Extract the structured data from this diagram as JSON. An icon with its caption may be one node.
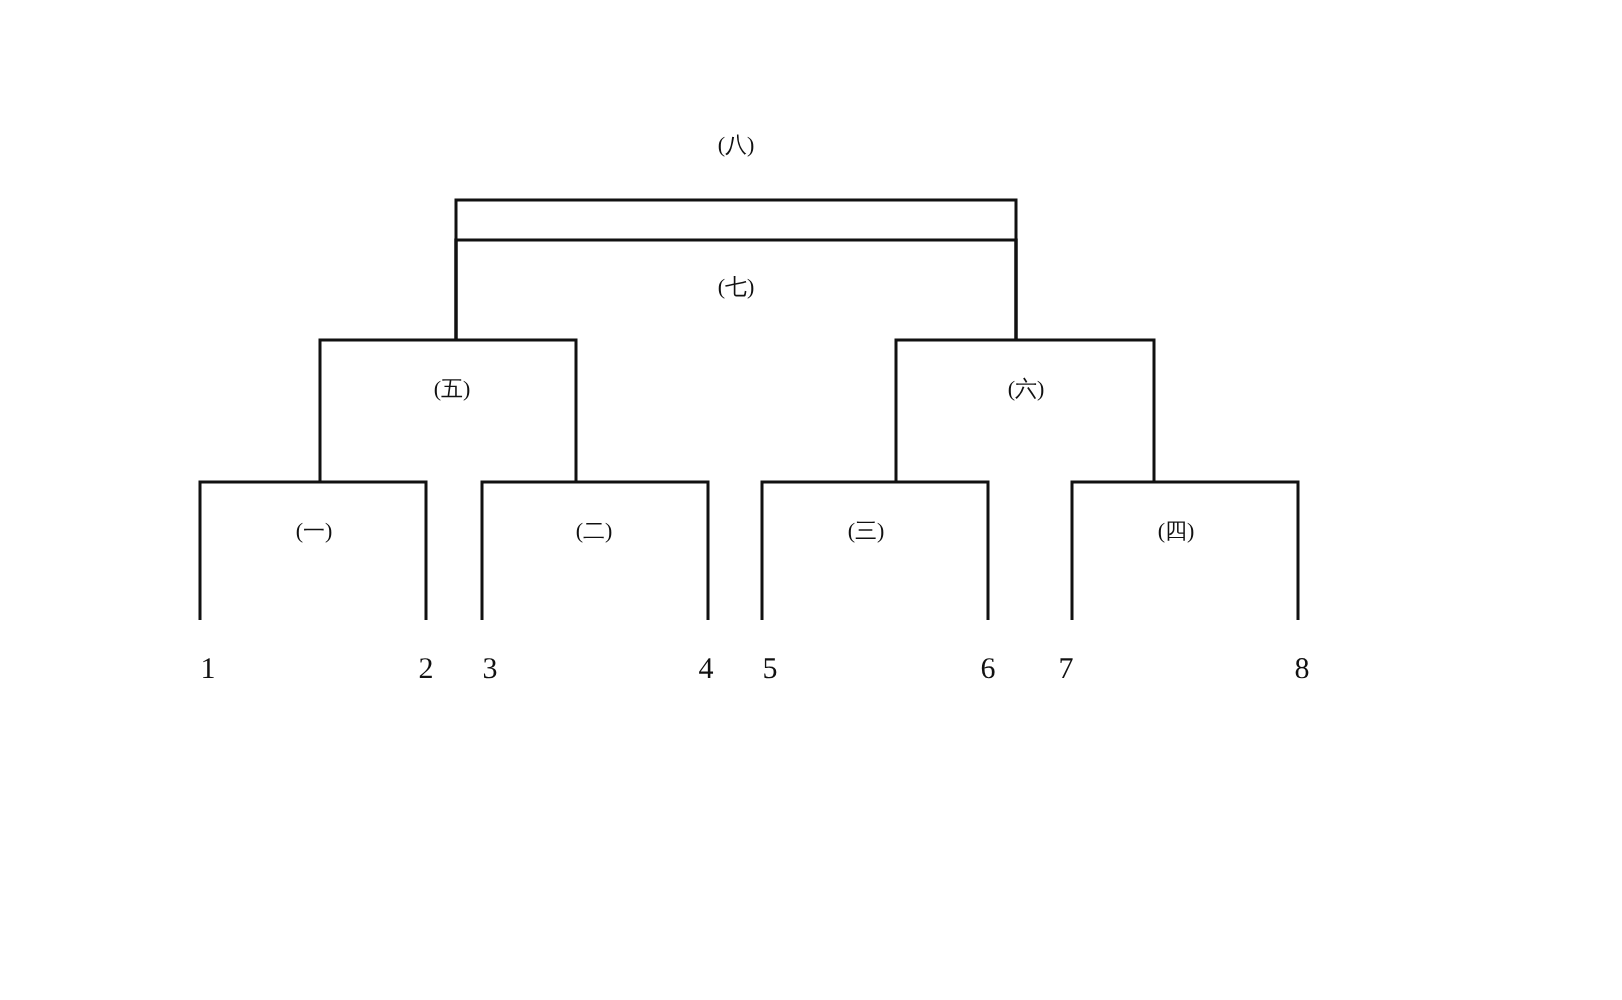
{
  "diagram": {
    "nodes": [
      {
        "text": [
          "(八)"
        ]
      },
      {
        "text": [
          "(七)"
        ]
      },
      {
        "text": [
          "(五)"
        ]
      },
      {
        "text": [
          "(六)"
        ]
      },
      {
        "text": [
          "(一)"
        ]
      },
      {
        "text": [
          "(二)"
        ]
      },
      {
        "text": [
          "(三)"
        ]
      },
      {
        "text": [
          "(四)"
        ]
      },
      {
        "text": [
          "1"
        ]
      },
      {
        "text": [
          "2"
        ]
      },
      {
        "text": [
          "3"
        ]
      },
      {
        "text": [
          "4"
        ]
      },
      {
        "text": [
          "5"
        ]
      },
      {
        "text": [
          "6"
        ]
      },
      {
        "text": [
          "7"
        ]
      },
      {
        "text": [
          "8"
        ]
      }
    ],
    "edges": [
      {
        "from": 8,
        "to": 4,
        "arrow": "none"
      },
      {
        "from": 9,
        "to": 4,
        "arrow": "none"
      },
      {
        "from": 10,
        "to": 5,
        "arrow": "none"
      },
      {
        "from": 11,
        "to": 5,
        "arrow": "none"
      },
      {
        "from": 12,
        "to": 6,
        "arrow": "none"
      },
      {
        "from": 13,
        "to": 6,
        "arrow": "none"
      },
      {
        "from": 14,
        "to": 7,
        "arrow": "none"
      },
      {
        "from": 15,
        "to": 7,
        "arrow": "none"
      },
      {
        "from": 4,
        "to": 2,
        "arrow": "none"
      },
      {
        "from": 5,
        "to": 2,
        "arrow": "none"
      },
      {
        "from": 6,
        "to": 3,
        "arrow": "none"
      },
      {
        "from": 7,
        "to": 3,
        "arrow": "none"
      },
      {
        "from": 2,
        "to": 1,
        "arrow": "none"
      },
      {
        "from": 3,
        "to": 1,
        "arrow": "none"
      },
      {
        "from": 2,
        "to": 0,
        "arrow": "none"
      },
      {
        "from": 3,
        "to": 0,
        "arrow": "none"
      }
    ]
  }
}
